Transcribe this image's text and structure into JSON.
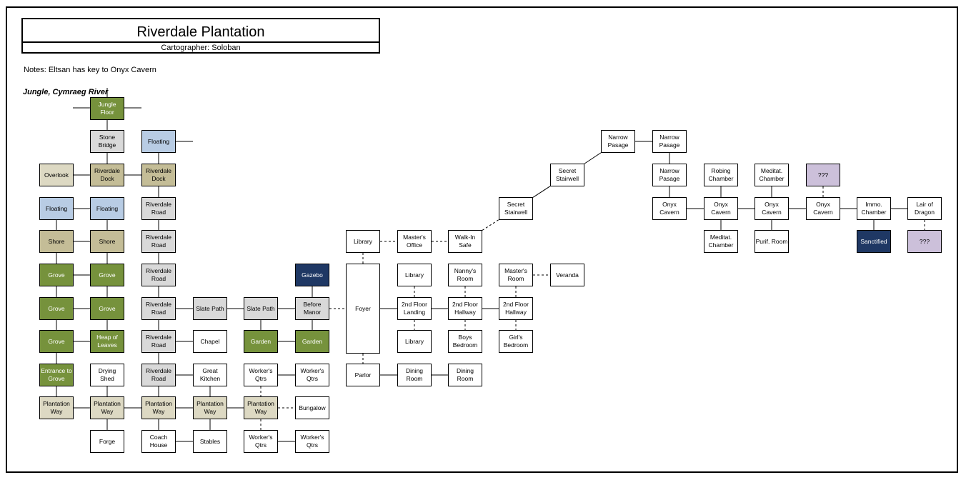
{
  "header": {
    "title": "Riverdale Plantation",
    "cartographer": "Cartographer: Soloban",
    "notes": "Notes: Eltsan has key to Onyx Cavern",
    "region": "Jungle, Cymraeg River"
  },
  "colors": {
    "white": "#ffffff",
    "green": "#76923c",
    "tan": "#c4bd97",
    "light": "#ddd9c3",
    "gray": "#d9d9d9",
    "blue": "#b8cce4",
    "navy": "#1f3864",
    "purple": "#ccc0da"
  },
  "rooms": [
    {
      "id": "jungle-floor",
      "label": "Jungle Floor",
      "color": "green"
    },
    {
      "id": "stone-bridge",
      "label": "Stone Bridge",
      "color": "gray"
    },
    {
      "id": "floating-top",
      "label": "Floating",
      "color": "blue"
    },
    {
      "id": "overlook",
      "label": "Overlook",
      "color": "light"
    },
    {
      "id": "riverdale-dock-1",
      "label": "Riverdale Dock",
      "color": "tan"
    },
    {
      "id": "riverdale-dock-2",
      "label": "Riverdale Dock",
      "color": "tan"
    },
    {
      "id": "floating-a",
      "label": "Floating",
      "color": "blue"
    },
    {
      "id": "floating-b",
      "label": "Floating",
      "color": "blue"
    },
    {
      "id": "riverdale-road-1",
      "label": "Riverdale Road",
      "color": "gray"
    },
    {
      "id": "shore-a",
      "label": "Shore",
      "color": "tan"
    },
    {
      "id": "shore-b",
      "label": "Shore",
      "color": "tan"
    },
    {
      "id": "riverdale-road-2",
      "label": "Riverdale Road",
      "color": "gray"
    },
    {
      "id": "grove-1a",
      "label": "Grove",
      "color": "green"
    },
    {
      "id": "grove-1b",
      "label": "Grove",
      "color": "green"
    },
    {
      "id": "riverdale-road-3",
      "label": "Riverdale Road",
      "color": "gray"
    },
    {
      "id": "gazebo",
      "label": "Gazebo",
      "color": "navy"
    },
    {
      "id": "grove-2a",
      "label": "Grove",
      "color": "green"
    },
    {
      "id": "grove-2b",
      "label": "Grove",
      "color": "green"
    },
    {
      "id": "riverdale-road-4",
      "label": "Riverdale Road",
      "color": "gray"
    },
    {
      "id": "slate-path-1",
      "label": "Slate Path",
      "color": "gray"
    },
    {
      "id": "slate-path-2",
      "label": "Slate Path",
      "color": "gray"
    },
    {
      "id": "before-manor",
      "label": "Before Manor",
      "color": "gray"
    },
    {
      "id": "grove-3",
      "label": "Grove",
      "color": "green"
    },
    {
      "id": "heap-of-leaves",
      "label": "Heap of Leaves",
      "color": "green"
    },
    {
      "id": "riverdale-road-5",
      "label": "Riverdale Road",
      "color": "gray"
    },
    {
      "id": "chapel",
      "label": "Chapel",
      "color": "white"
    },
    {
      "id": "garden-1",
      "label": "Garden",
      "color": "green"
    },
    {
      "id": "garden-2",
      "label": "Garden",
      "color": "green"
    },
    {
      "id": "entrance-to-grove",
      "label": "Entrance to Grove",
      "color": "green"
    },
    {
      "id": "drying-shed",
      "label": "Drying Shed",
      "color": "white"
    },
    {
      "id": "riverdale-road-6",
      "label": "Riverdale Road",
      "color": "gray"
    },
    {
      "id": "great-kitchen",
      "label": "Great Kitchen",
      "color": "white"
    },
    {
      "id": "workers-qtrs-1",
      "label": "Worker's Qtrs",
      "color": "white"
    },
    {
      "id": "workers-qtrs-2",
      "label": "Worker's Qtrs",
      "color": "white"
    },
    {
      "id": "plantation-way-1",
      "label": "Plantation Way",
      "color": "light"
    },
    {
      "id": "plantation-way-2",
      "label": "Plantation Way",
      "color": "light"
    },
    {
      "id": "plantation-way-3",
      "label": "Plantation Way",
      "color": "light"
    },
    {
      "id": "plantation-way-4",
      "label": "Plantation Way",
      "color": "light"
    },
    {
      "id": "plantation-way-5",
      "label": "Plantation Way",
      "color": "light"
    },
    {
      "id": "bungalow",
      "label": "Bungalow",
      "color": "white"
    },
    {
      "id": "forge",
      "label": "Forge",
      "color": "white"
    },
    {
      "id": "coach-house",
      "label": "Coach House",
      "color": "white"
    },
    {
      "id": "stables",
      "label": "Stables",
      "color": "white"
    },
    {
      "id": "workers-qtrs-3",
      "label": "Worker's Qtrs",
      "color": "white"
    },
    {
      "id": "workers-qtrs-4",
      "label": "Worker's Qtrs",
      "color": "white"
    },
    {
      "id": "library-1",
      "label": "Library",
      "color": "white"
    },
    {
      "id": "masters-office",
      "label": "Master's Office",
      "color": "white"
    },
    {
      "id": "walk-in-safe",
      "label": "Walk-In Safe",
      "color": "white"
    },
    {
      "id": "foyer",
      "label": "Foyer",
      "color": "white"
    },
    {
      "id": "parlor",
      "label": "Parlor",
      "color": "white"
    },
    {
      "id": "dining-room-1",
      "label": "Dining Room",
      "color": "white"
    },
    {
      "id": "dining-room-2",
      "label": "Dining Room",
      "color": "white"
    },
    {
      "id": "library-2",
      "label": "Library",
      "color": "white"
    },
    {
      "id": "landing",
      "label": "2nd Floor Landing",
      "color": "white"
    },
    {
      "id": "library-3",
      "label": "Library",
      "color": "white"
    },
    {
      "id": "nannys-room",
      "label": "Nanny's Room",
      "color": "white"
    },
    {
      "id": "hallway-1",
      "label": "2nd Floor Hallway",
      "color": "white"
    },
    {
      "id": "boys-bedroom",
      "label": "Boys Bedroom",
      "color": "white"
    },
    {
      "id": "masters-room",
      "label": "Master's Room",
      "color": "white"
    },
    {
      "id": "veranda",
      "label": "Veranda",
      "color": "white"
    },
    {
      "id": "hallway-2",
      "label": "2nd Floor Hallway",
      "color": "white"
    },
    {
      "id": "girls-bedroom",
      "label": "Girl's Bedroom",
      "color": "white"
    },
    {
      "id": "secret-stairwell-1",
      "label": "Secret Stairwell",
      "color": "white"
    },
    {
      "id": "secret-stairwell-2",
      "label": "Secret Stairwell",
      "color": "white"
    },
    {
      "id": "narrow-passage-1",
      "label": "Narrow Pasage",
      "color": "white"
    },
    {
      "id": "narrow-passage-2",
      "label": "Narrow Pasage",
      "color": "white"
    },
    {
      "id": "narrow-passage-3",
      "label": "Narrow Pasage",
      "color": "white"
    },
    {
      "id": "onyx-cavern-1",
      "label": "Onyx Cavern",
      "color": "white"
    },
    {
      "id": "robing-chamber",
      "label": "Robing Chamber",
      "color": "white"
    },
    {
      "id": "onyx-cavern-2",
      "label": "Onyx Cavern",
      "color": "white"
    },
    {
      "id": "meditat-chamber-1",
      "label": "Meditat. Chamber",
      "color": "white"
    },
    {
      "id": "meditat-chamber-2",
      "label": "Meditat. Chamber",
      "color": "white"
    },
    {
      "id": "onyx-cavern-3",
      "label": "Onyx Cavern",
      "color": "white"
    },
    {
      "id": "purif-room",
      "label": "Purif. Room",
      "color": "white"
    },
    {
      "id": "unknown-1",
      "label": "???",
      "color": "purple"
    },
    {
      "id": "onyx-cavern-4",
      "label": "Onyx Cavern",
      "color": "white"
    },
    {
      "id": "immo-chamber",
      "label": "Immo. Chamber",
      "color": "white"
    },
    {
      "id": "sanctified",
      "label": "Sanctified",
      "color": "navy"
    },
    {
      "id": "lair-of-dragon",
      "label": "Lair of Dragon",
      "color": "white"
    },
    {
      "id": "unknown-2",
      "label": "???",
      "color": "purple"
    }
  ],
  "connections": [
    {
      "from": "jungle-floor",
      "to": "stone-bridge",
      "style": "solid"
    },
    {
      "from": "stone-bridge",
      "to": "riverdale-dock-1",
      "style": "solid"
    },
    {
      "from": "overlook",
      "to": "riverdale-dock-1",
      "style": "solid"
    },
    {
      "from": "riverdale-dock-1",
      "to": "riverdale-dock-2",
      "style": "solid"
    },
    {
      "from": "floating-top",
      "to": "riverdale-dock-2",
      "style": "solid"
    },
    {
      "from": "riverdale-dock-2",
      "to": "riverdale-road-1",
      "style": "solid"
    },
    {
      "from": "riverdale-road-1",
      "to": "riverdale-road-2",
      "style": "solid"
    },
    {
      "from": "riverdale-road-2",
      "to": "riverdale-road-3",
      "style": "solid"
    },
    {
      "from": "riverdale-road-3",
      "to": "riverdale-road-4",
      "style": "solid"
    },
    {
      "from": "riverdale-road-4",
      "to": "riverdale-road-5",
      "style": "solid"
    },
    {
      "from": "riverdale-road-5",
      "to": "riverdale-road-6",
      "style": "solid"
    },
    {
      "from": "riverdale-road-6",
      "to": "plantation-way-3",
      "style": "solid"
    },
    {
      "from": "floating-a",
      "to": "floating-b",
      "style": "solid"
    },
    {
      "from": "floating-a",
      "to": "shore-a",
      "style": "solid"
    },
    {
      "from": "floating-b",
      "to": "shore-b",
      "style": "solid"
    },
    {
      "from": "shore-a",
      "to": "shore-b",
      "style": "solid"
    },
    {
      "from": "shore-a",
      "to": "grove-1a",
      "style": "solid"
    },
    {
      "from": "shore-b",
      "to": "grove-1b",
      "style": "solid"
    },
    {
      "from": "grove-1a",
      "to": "grove-1b",
      "style": "solid"
    },
    {
      "from": "grove-1a",
      "to": "grove-2a",
      "style": "solid"
    },
    {
      "from": "grove-1b",
      "to": "grove-2b",
      "style": "solid"
    },
    {
      "from": "grove-2a",
      "to": "grove-2b",
      "style": "solid"
    },
    {
      "from": "grove-2a",
      "to": "grove-3",
      "style": "solid"
    },
    {
      "from": "grove-2b",
      "to": "heap-of-leaves",
      "style": "solid"
    },
    {
      "from": "grove-3",
      "to": "heap-of-leaves",
      "style": "solid"
    },
    {
      "from": "grove-3",
      "to": "entrance-to-grove",
      "style": "solid"
    },
    {
      "from": "entrance-to-grove",
      "to": "plantation-way-1",
      "style": "solid"
    },
    {
      "from": "drying-shed",
      "to": "plantation-way-2",
      "style": "solid"
    },
    {
      "from": "plantation-way-1",
      "to": "plantation-way-2",
      "style": "solid"
    },
    {
      "from": "plantation-way-2",
      "to": "plantation-way-3",
      "style": "solid"
    },
    {
      "from": "plantation-way-3",
      "to": "plantation-way-4",
      "style": "solid"
    },
    {
      "from": "plantation-way-4",
      "to": "plantation-way-5",
      "style": "solid"
    },
    {
      "from": "plantation-way-5",
      "to": "bungalow",
      "style": "dashed"
    },
    {
      "from": "plantation-way-2",
      "to": "forge",
      "style": "solid"
    },
    {
      "from": "plantation-way-3",
      "to": "coach-house",
      "style": "solid"
    },
    {
      "from": "coach-house",
      "to": "stables",
      "style": "solid"
    },
    {
      "from": "plantation-way-4",
      "to": "stables",
      "style": "solid"
    },
    {
      "from": "great-kitchen",
      "to": "plantation-way-4",
      "style": "solid"
    },
    {
      "from": "riverdale-road-6",
      "to": "great-kitchen",
      "style": "solid"
    },
    {
      "from": "riverdale-road-5",
      "to": "chapel",
      "style": "solid"
    },
    {
      "from": "riverdale-road-4",
      "to": "slate-path-1",
      "style": "solid"
    },
    {
      "from": "slate-path-1",
      "to": "slate-path-2",
      "style": "solid"
    },
    {
      "from": "slate-path-2",
      "to": "before-manor",
      "style": "solid"
    },
    {
      "from": "slate-path-2",
      "to": "garden-1",
      "style": "solid"
    },
    {
      "from": "garden-1",
      "to": "garden-2",
      "style": "solid"
    },
    {
      "from": "before-manor",
      "to": "garden-2",
      "style": "solid"
    },
    {
      "from": "gazebo",
      "to": "before-manor",
      "style": "solid"
    },
    {
      "from": "before-manor",
      "to": "foyer",
      "style": "dashed"
    },
    {
      "from": "workers-qtrs-1",
      "to": "workers-qtrs-2",
      "style": "solid"
    },
    {
      "from": "workers-qtrs-1",
      "to": "plantation-way-5",
      "style": "dashed"
    },
    {
      "from": "plantation-way-5",
      "to": "workers-qtrs-3",
      "style": "dashed"
    },
    {
      "from": "workers-qtrs-3",
      "to": "workers-qtrs-4",
      "style": "solid"
    },
    {
      "from": "library-1",
      "to": "foyer",
      "style": "dashed"
    },
    {
      "from": "library-1",
      "to": "masters-office",
      "style": "dashed"
    },
    {
      "from": "masters-office",
      "to": "walk-in-safe",
      "style": "dashed"
    },
    {
      "from": "foyer",
      "to": "parlor",
      "style": "dashed"
    },
    {
      "from": "foyer",
      "to": "landing",
      "style": "solid"
    },
    {
      "from": "parlor",
      "to": "dining-room-1",
      "style": "solid"
    },
    {
      "from": "dining-room-1",
      "to": "dining-room-2",
      "style": "solid"
    },
    {
      "from": "library-2",
      "to": "landing",
      "style": "dashed"
    },
    {
      "from": "landing",
      "to": "library-3",
      "style": "dashed"
    },
    {
      "from": "landing",
      "to": "hallway-1",
      "style": "solid"
    },
    {
      "from": "nannys-room",
      "to": "hallway-1",
      "style": "dashed"
    },
    {
      "from": "hallway-1",
      "to": "boys-bedroom",
      "style": "dashed"
    },
    {
      "from": "hallway-1",
      "to": "hallway-2",
      "style": "solid"
    },
    {
      "from": "masters-room",
      "to": "hallway-2",
      "style": "dashed"
    },
    {
      "from": "masters-room",
      "to": "veranda",
      "style": "dashed"
    },
    {
      "from": "hallway-2",
      "to": "girls-bedroom",
      "style": "dashed"
    },
    {
      "from": "walk-in-safe",
      "to": "secret-stairwell-1",
      "style": "dashed"
    },
    {
      "from": "secret-stairwell-1",
      "to": "secret-stairwell-2",
      "style": "solid"
    },
    {
      "from": "secret-stairwell-2",
      "to": "narrow-passage-1",
      "style": "solid"
    },
    {
      "from": "narrow-passage-1",
      "to": "narrow-passage-2",
      "style": "solid"
    },
    {
      "from": "narrow-passage-2",
      "to": "narrow-passage-3",
      "style": "solid"
    },
    {
      "from": "narrow-passage-3",
      "to": "onyx-cavern-1",
      "style": "solid"
    },
    {
      "from": "onyx-cavern-1",
      "to": "onyx-cavern-2",
      "style": "solid"
    },
    {
      "from": "robing-chamber",
      "to": "onyx-cavern-2",
      "style": "solid"
    },
    {
      "from": "onyx-cavern-2",
      "to": "meditat-chamber-1",
      "style": "solid"
    },
    {
      "from": "onyx-cavern-2",
      "to": "onyx-cavern-3",
      "style": "solid"
    },
    {
      "from": "meditat-chamber-2",
      "to": "onyx-cavern-3",
      "style": "solid"
    },
    {
      "from": "onyx-cavern-3",
      "to": "purif-room",
      "style": "solid"
    },
    {
      "from": "onyx-cavern-3",
      "to": "onyx-cavern-4",
      "style": "solid"
    },
    {
      "from": "unknown-1",
      "to": "onyx-cavern-4",
      "style": "dashed"
    },
    {
      "from": "onyx-cavern-4",
      "to": "immo-chamber",
      "style": "solid"
    },
    {
      "from": "immo-chamber",
      "to": "sanctified",
      "style": "solid"
    },
    {
      "from": "immo-chamber",
      "to": "lair-of-dragon",
      "style": "solid"
    },
    {
      "from": "lair-of-dragon",
      "to": "unknown-2",
      "style": "dashed"
    }
  ]
}
